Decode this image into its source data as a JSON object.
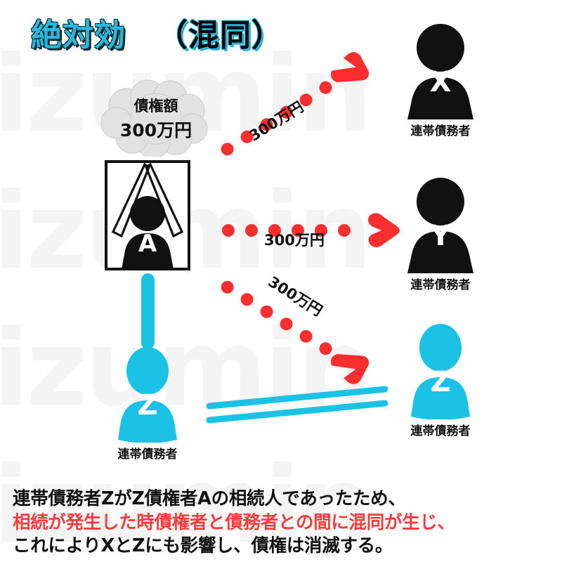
{
  "title": {
    "main": "絶対効",
    "sub": "（混同）",
    "main_color": "#2bb8dd",
    "sub_color": "#000000"
  },
  "watermark": {
    "text": "izumin",
    "color": "#f4f4f4"
  },
  "cloud": {
    "line1": "債権額",
    "line2": "300万円"
  },
  "portrait": {
    "letter": "A",
    "description": "memorial-photo-frame"
  },
  "people": {
    "x": {
      "letter": "X",
      "label": "連帯債務者",
      "color": "#111111"
    },
    "y": {
      "letter": "Y",
      "label": "連帯債務者",
      "color": "#111111"
    },
    "z_right": {
      "letter": "Z",
      "label": "連帯債務者",
      "color": "#1cc2e6"
    },
    "z_left": {
      "letter": "Z",
      "label": "連帯債務者",
      "color": "#1cc2e6"
    }
  },
  "arrows": [
    {
      "label": "300万円",
      "color": "#f92f2f",
      "from": "A",
      "to": "X"
    },
    {
      "label": "300万円",
      "color": "#f92f2f",
      "from": "A",
      "to": "Y"
    },
    {
      "label": "300万円",
      "color": "#f92f2f",
      "from": "A",
      "to": "Z"
    }
  ],
  "equals_connector": {
    "color": "#1cc2e6",
    "meaning": "same-person"
  },
  "caption": {
    "line1": "連帯債務者ZがZ債権者Aの相続人であったため、",
    "line2": "相続が発生した時債権者と債務者との間に混同が生じ、",
    "line3": "これによりXとZにも影響し、債権は消滅する。",
    "line2_color": "#fb3b3b"
  }
}
